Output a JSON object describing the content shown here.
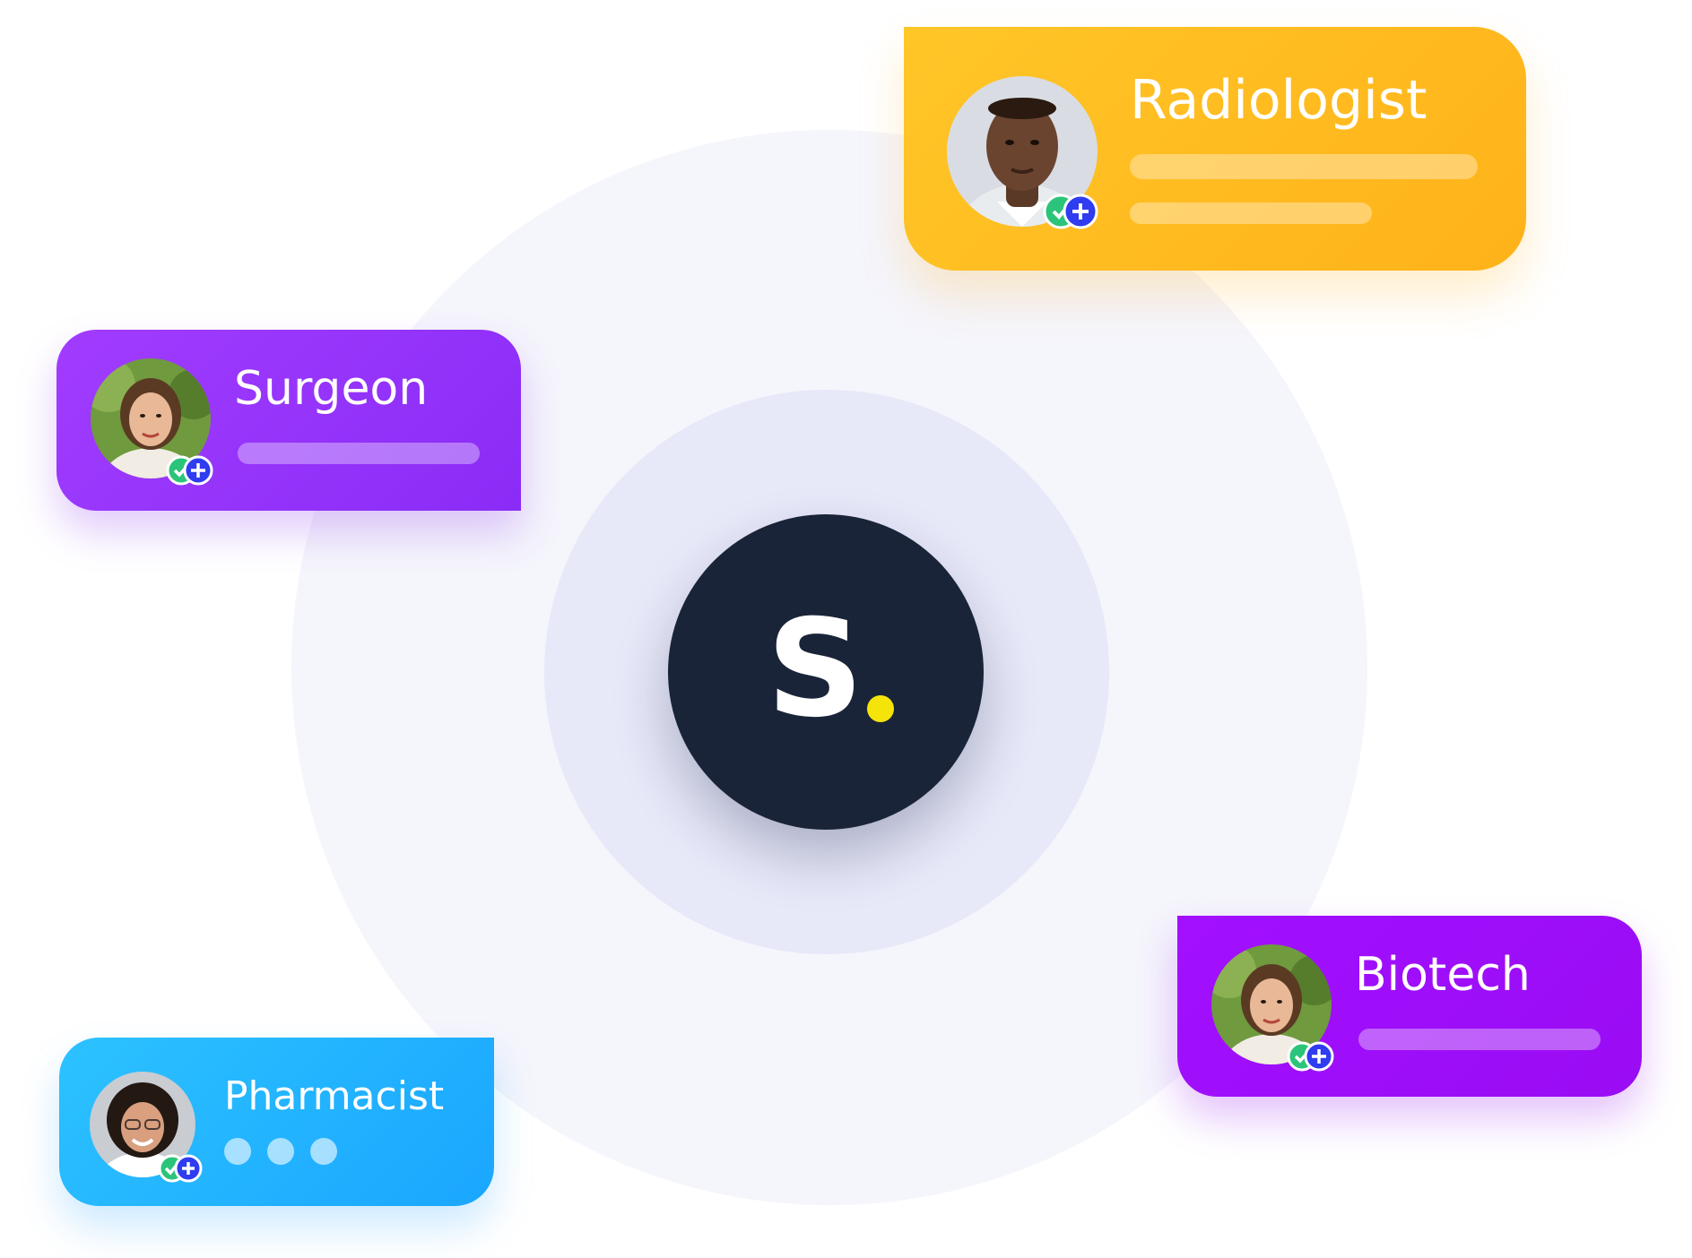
{
  "brand": {
    "logo_letter": "S",
    "dot_color": "#f4e409",
    "logo_bg": "#1a2439"
  },
  "cards": {
    "radiologist": {
      "title": "Radiologist",
      "color": "#ffc628"
    },
    "surgeon": {
      "title": "Surgeon",
      "color": "#a13cff"
    },
    "biotech": {
      "title": "Biotech",
      "color": "#a210ff"
    },
    "pharmacist": {
      "title": "Pharmacist",
      "color": "#2cc2ff"
    }
  },
  "badges": {
    "verified_icon": "check-icon",
    "add_icon": "plus-icon",
    "verified_color": "#2bc47a",
    "add_color": "#2f3cf0"
  },
  "avatars": {
    "icon": "person-avatar-icon"
  }
}
